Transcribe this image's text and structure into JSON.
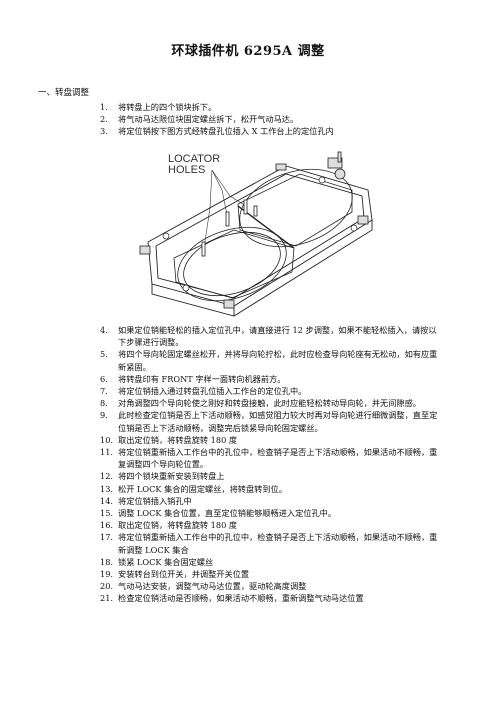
{
  "doc": {
    "title": "环球插件机 6295A 调整",
    "section": "一、转盘调整"
  },
  "diagram": {
    "label": "LOCATOR\nHOLES"
  },
  "steps_top": [
    {
      "num": "1.",
      "text": "将转盘上的四个锁块拆下。"
    },
    {
      "num": "2.",
      "text": "将气动马达限位块固定螺丝拆下，松开气动马达。"
    },
    {
      "num": "3.",
      "text": "将定位销按下图方式经转盘孔位插入 X 工作台上的定位孔内"
    }
  ],
  "steps_bottom": [
    {
      "num": "4.",
      "text": "如果定位销能轻松的插入定位孔中，请直接进行 12 步调整，如果不能轻松插入，请按以下步骤进行调整。"
    },
    {
      "num": "5.",
      "text": "将四个导向轮固定螺丝松开，并将导向轮拧松，此时应检查导向轮座有无松动，如有应重新紧固。"
    },
    {
      "num": "6.",
      "text": "将转盘印有 FRONT 字样一面转向机器前方。"
    },
    {
      "num": "7.",
      "text": "将定位销插入通过转盘孔位插入工作台的定位孔中。"
    },
    {
      "num": "8.",
      "text": "对角调整四个导向轮使之刚好和转盘接触，此时应能轻松转动导向轮，并无间隙感。"
    },
    {
      "num": "9.",
      "text": "此时检查定位销是否上下活动顺畅，如感觉阻力较大时再对导向轮进行细微调整，直至定位销是否上下活动顺畅，调整完后锁紧导向轮固定螺丝。"
    },
    {
      "num": "10.",
      "text": "取出定位销，将转盘旋转 180 度"
    },
    {
      "num": "11.",
      "text": "将定位销重新插入工作台中的孔位中，检查销子是否上下活动顺畅，如果活动不顺畅，重复调整四个导向轮位置。"
    },
    {
      "num": "12.",
      "text": "将四个锁块重新安装到转盘上"
    },
    {
      "num": "13.",
      "text": "松开 LOCK 集合的固定螺丝，将转盘转到位。"
    },
    {
      "num": "14.",
      "text": "将定位销插入销孔中"
    },
    {
      "num": "15.",
      "text": "调整 LOCK 集合位置，直至定位销能够顺畅进入定位孔中。"
    },
    {
      "num": "16.",
      "text": "取出定位销，将转盘旋转 180 度"
    },
    {
      "num": "17.",
      "text": "将定位销重新插入工作台中的孔位中，检查销子是否上下活动顺畅，如果活动不顺畅，重新调整 LOCK 集合"
    },
    {
      "num": "18.",
      "text": "锁紧 LOCK 集合固定螺丝"
    },
    {
      "num": "19.",
      "text": "安装转台到位开关，并调整开关位置"
    },
    {
      "num": "20.",
      "text": "气动马达安装，调整气动马达位置，驱动轮高度调整"
    },
    {
      "num": "21.",
      "text": "检查定位销活动是否顺畅，如果活动不顺畅，重新调整气动马达位置"
    }
  ]
}
